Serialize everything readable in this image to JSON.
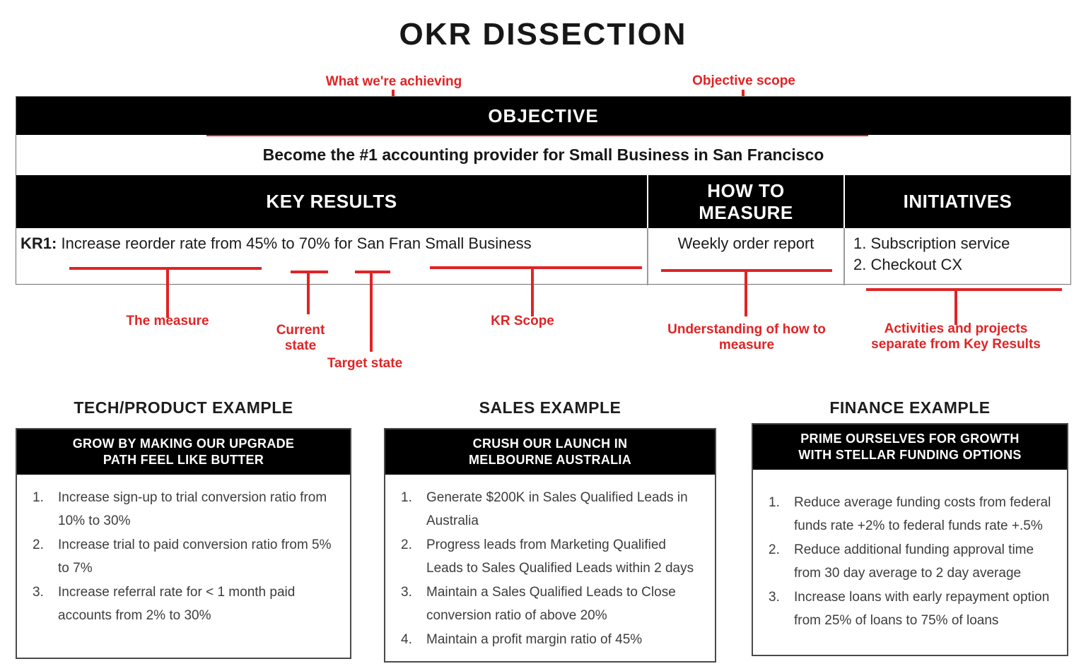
{
  "title": "OKR DISSECTION",
  "colors": {
    "accent_red": "#e02425",
    "bar_black": "#000000"
  },
  "callouts": {
    "what_achieving": "What we're achieving",
    "objective_scope": "Objective scope",
    "the_measure": "The measure",
    "current_state": [
      "Current",
      "state"
    ],
    "target_state": "Target state",
    "kr_scope": "KR Scope",
    "understanding": [
      "Understanding of how to",
      "measure"
    ],
    "activities": [
      "Activities and projects",
      "separate from Key Results"
    ]
  },
  "okr_table": {
    "objective_header": "OBJECTIVE",
    "objective": "Become the #1 accounting provider for Small Business in San Francisco",
    "col_key_results": "KEY RESULTS",
    "col_how_to_measure": "HOW TO MEASURE",
    "col_initiatives": "INITIATIVES",
    "kr_label": "KR1:",
    "kr_text": "Increase reorder rate from 45% to 70% for San Fran Small Business",
    "how_to_measure": "Weekly order report",
    "initiatives": [
      "1. Subscription service",
      "2. Checkout CX"
    ]
  },
  "examples": [
    {
      "heading": "TECH/PRODUCT EXAMPLE",
      "box_title_lines": [
        "GROW BY MAKING OUR UPGRADE",
        "PATH FEEL LIKE BUTTER"
      ],
      "items": [
        {
          "num": "1.",
          "text": "Increase sign-up to trial conversion ratio from 10% to 30%"
        },
        {
          "num": "2.",
          "text": "Increase trial to paid conversion ratio from 5% to 7%"
        },
        {
          "num": "3.",
          "text": "Increase referral rate for < 1 month paid accounts from 2% to 30%"
        }
      ]
    },
    {
      "heading": "SALES EXAMPLE",
      "box_title_lines": [
        "CRUSH OUR LAUNCH IN",
        "MELBOURNE AUSTRALIA"
      ],
      "items": [
        {
          "num": "1.",
          "text": "Generate $200K in Sales Qualified Leads in Australia"
        },
        {
          "num": "2.",
          "text": "Progress leads from Marketing Qualified Leads to Sales Qualified Leads within 2 days"
        },
        {
          "num": "3.",
          "text": "Maintain a Sales Qualified Leads to Close conversion ratio of above 20%"
        },
        {
          "num": "4.",
          "text": "Maintain a profit margin ratio of 45%"
        }
      ]
    },
    {
      "heading": "FINANCE EXAMPLE",
      "box_title_lines": [
        "PRIME OURSELVES FOR GROWTH",
        "WITH STELLAR FUNDING OPTIONS"
      ],
      "items": [
        {
          "num": "1.",
          "text": "Reduce average funding costs from federal funds rate +2% to federal funds rate +.5%"
        },
        {
          "num": "2.",
          "text": "Reduce additional funding approval time from 30 day average to 2 day average"
        },
        {
          "num": "3.",
          "text": "Increase loans with early repayment option from 25% of loans to 75% of loans"
        }
      ]
    }
  ]
}
